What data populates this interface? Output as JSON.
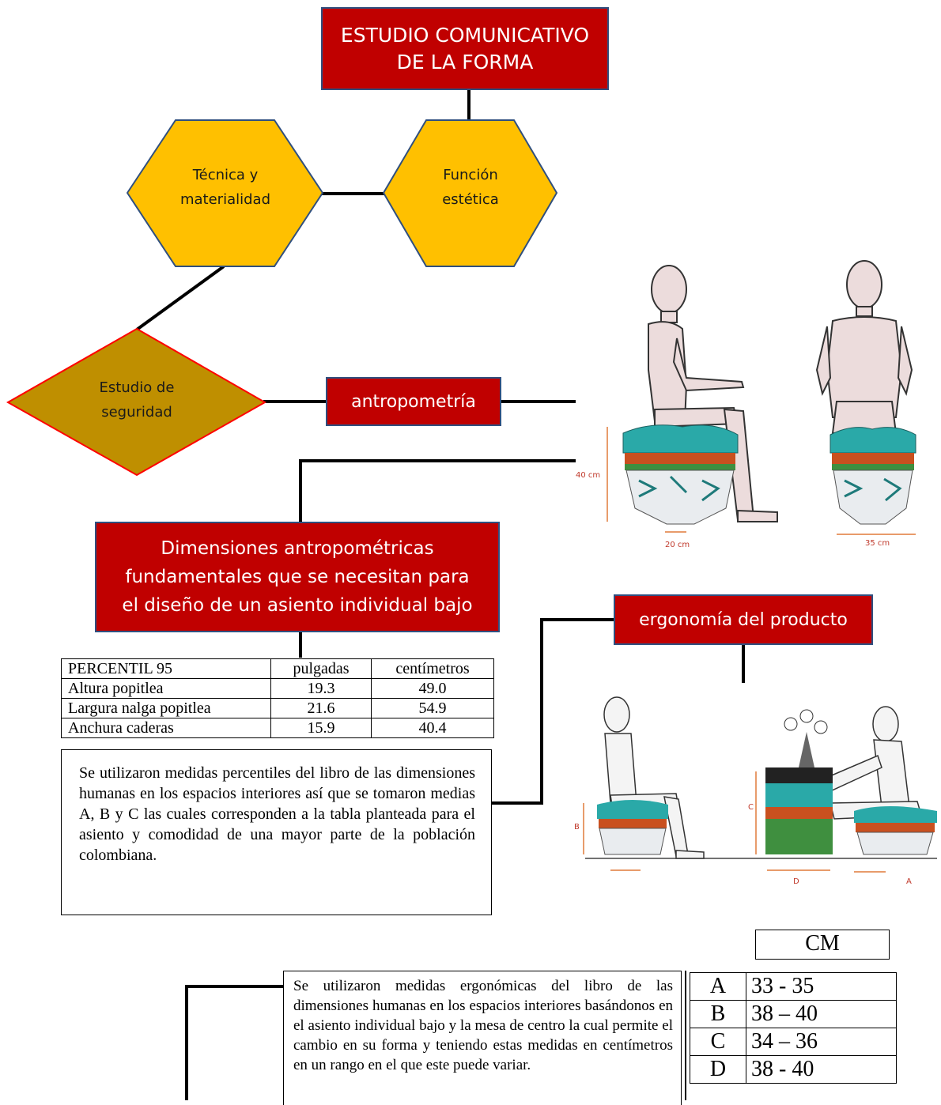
{
  "title_box": {
    "line1": "ESTUDIO COMUNICATIVO",
    "line2": "DE LA FORMA"
  },
  "hex_left": {
    "line1": "Técnica y",
    "line2": "materialidad"
  },
  "hex_right": {
    "line1": "Función",
    "line2": "estética"
  },
  "diamond": {
    "line1": "Estudio de",
    "line2": "seguridad"
  },
  "antropometria": {
    "label": "antropometría"
  },
  "dimensiones_box": {
    "line1": "Dimensiones antropométricas",
    "line2": "fundamentales que se necesitan para",
    "line3": "el diseño de un asiento individual bajo"
  },
  "ergonomia": {
    "label": "ergonomía del producto"
  },
  "figure_top": {
    "height_label": "40 cm",
    "width_left": "20 cm",
    "width_right": "35 cm"
  },
  "figure_bottom": {
    "label_b": "B",
    "label_c": "C",
    "label_d": "D",
    "label_a": "A"
  },
  "percentile_table": {
    "headers": [
      "PERCENTIL  95",
      "pulgadas",
      "centímetros"
    ],
    "rows": [
      [
        "Altura popitlea",
        "19.3",
        "49.0"
      ],
      [
        "Largura nalga popitlea",
        "21.6",
        "54.9"
      ],
      [
        "Anchura caderas",
        "15.9",
        "40.4"
      ]
    ]
  },
  "text1": "Se utilizaron medidas percentiles del libro de las dimensiones humanas en los espacios interiores así que se tomaron medias A, B y C las cuales corresponden a la tabla planteada para el asiento y comodidad de una mayor parte de la población colombiana.",
  "text2": "Se utilizaron medidas ergonómicas del libro de las dimensiones humanas en los espacios interiores basándonos en el asiento individual bajo y la mesa de centro la cual permite el cambio en su forma y teniendo estas medidas en centímetros en un rango en el que este puede variar.",
  "cm_table": {
    "header": "CM",
    "rows": [
      [
        "A",
        "33 - 35"
      ],
      [
        "B",
        "38 – 40"
      ],
      [
        "C",
        "34 – 36"
      ],
      [
        "D",
        "38 - 40"
      ]
    ]
  },
  "colors": {
    "red": "#c00000",
    "yellow": "#ffc000",
    "olive": "#bf8f00",
    "border_blue": "#2f4f7f"
  }
}
